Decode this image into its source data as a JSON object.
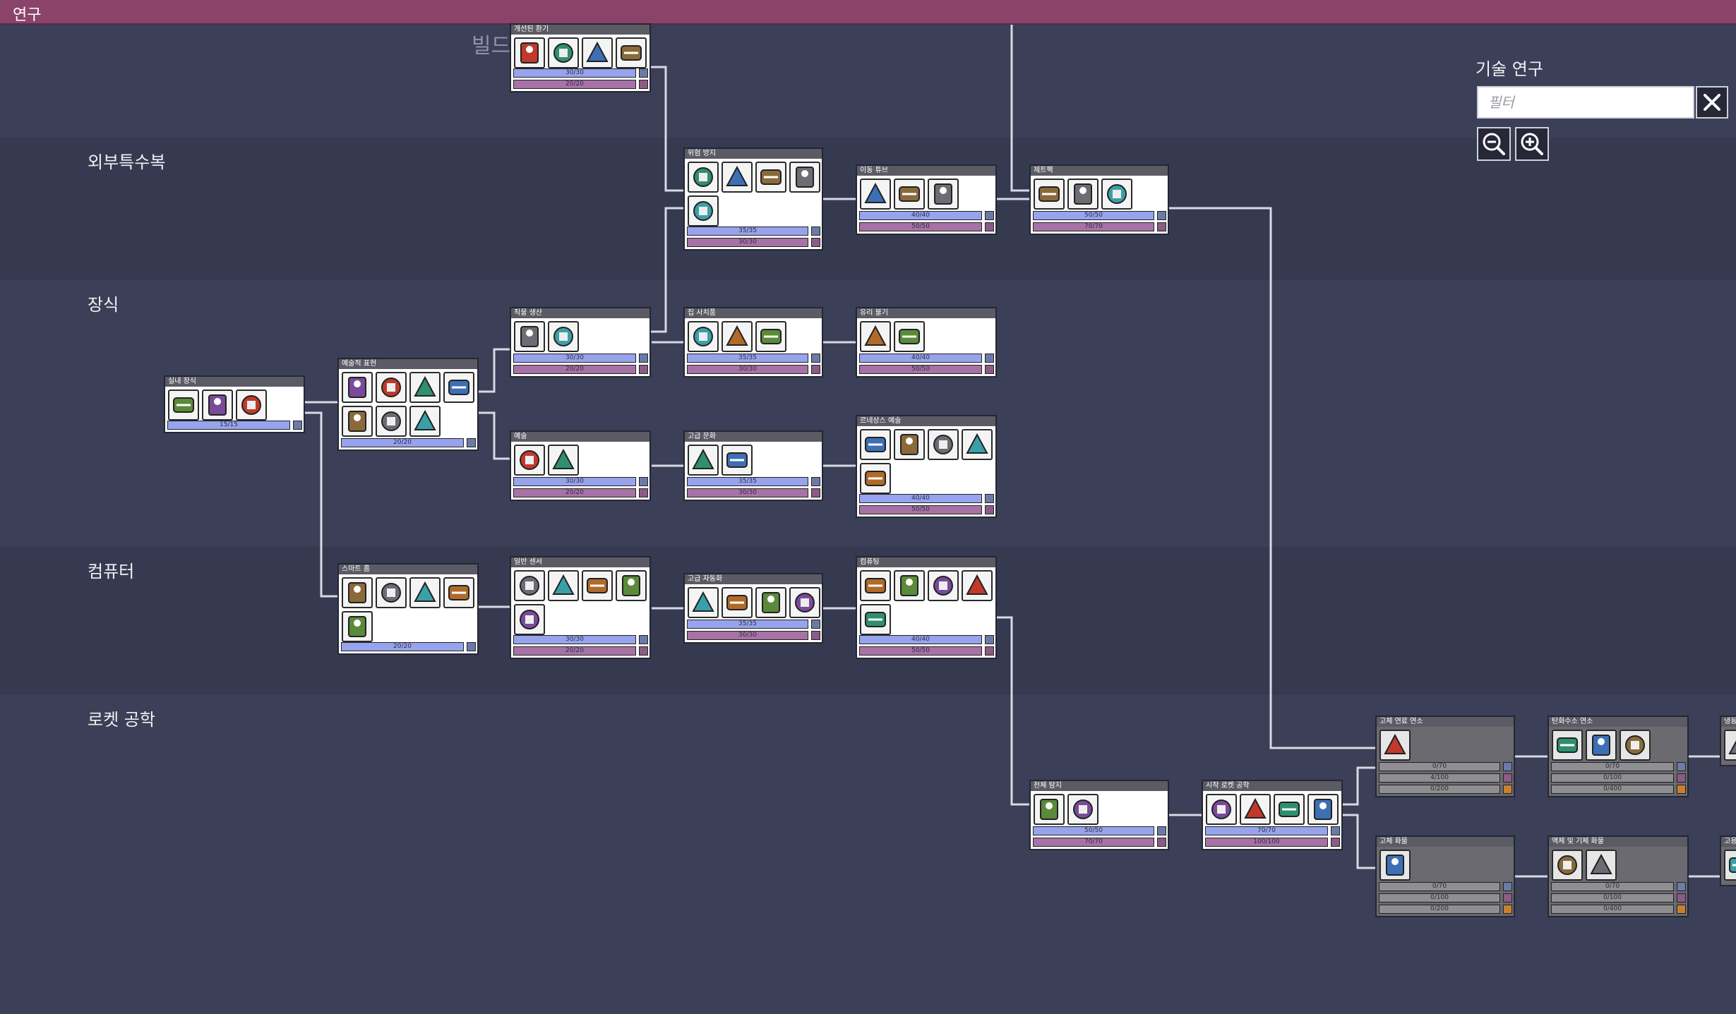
{
  "header": {
    "title": "연구"
  },
  "ghost_label": "빌드",
  "categories": [
    {
      "label": "외부특수복"
    },
    {
      "label": "장식"
    },
    {
      "label": "컴퓨터"
    },
    {
      "label": "로켓 공학"
    }
  ],
  "panel": {
    "title": "기술 연구",
    "filter_placeholder": "필터"
  },
  "colors": {
    "header_bar": "#8b4469",
    "bar_blue": "#97a3ec",
    "bar_purple": "#a772a5"
  },
  "techs": [
    {
      "id": "improved-ventilation",
      "title": "개선된 환기",
      "icons": [
        "ventilator-icon",
        "pump-icon",
        "vent-icon",
        "fan-icon"
      ],
      "bars": [
        "30/30",
        "20/20"
      ]
    },
    {
      "id": "hazard-protection",
      "title": "위험 방지",
      "icons": [
        "atmo-suit-icon",
        "plate-icon",
        "dock-icon",
        "checkpoint-icon",
        "locker-icon"
      ],
      "bars": [
        "35/35",
        "30/30"
      ]
    },
    {
      "id": "transit-tubes",
      "title": "이동 튜브",
      "icons": [
        "tube-icon",
        "tube-access-icon",
        "tube-bridge-icon"
      ],
      "bars": [
        "40/40",
        "50/50"
      ]
    },
    {
      "id": "jetpacks",
      "title": "제트팩",
      "icons": [
        "jet-suit-icon",
        "jet-dock-icon",
        "jet-checkpoint-icon"
      ],
      "bars": [
        "50/50",
        "70/70"
      ]
    },
    {
      "id": "textile-production",
      "title": "직물 생산",
      "icons": [
        "textile-icon",
        "loom-icon"
      ],
      "bars": [
        "30/30",
        "20/20"
      ]
    },
    {
      "id": "home-luxuries",
      "title": "집 사치품",
      "icons": [
        "bed-icon",
        "bath-icon",
        "mirror-icon"
      ],
      "bars": [
        "35/35",
        "30/30"
      ]
    },
    {
      "id": "glass-blowing",
      "title": "유리 불기",
      "icons": [
        "flask-icon",
        "window-icon"
      ],
      "bars": [
        "40/40",
        "50/50"
      ]
    },
    {
      "id": "interior-decor",
      "title": "실내 장식",
      "icons": [
        "lamp-icon",
        "statue-icon",
        "plant-icon"
      ],
      "bars": [
        "15/15"
      ]
    },
    {
      "id": "artistic-expression",
      "title": "예술적 표현",
      "icons": [
        "crystal-icon",
        "banner-icon",
        "hanging-pot-icon",
        "planter-icon",
        "ice-icon",
        "pedestal-icon",
        "sculpture-icon"
      ],
      "bars": [
        "20/20"
      ]
    },
    {
      "id": "fine-art",
      "title": "예술",
      "icons": [
        "canvas-icon",
        "marble-icon"
      ],
      "bars": [
        "30/30",
        "20/20"
      ]
    },
    {
      "id": "high-culture",
      "title": "고급 문화",
      "icons": [
        "wide-canvas-icon",
        "tall-sculpture-icon"
      ],
      "bars": [
        "35/35",
        "30/30"
      ]
    },
    {
      "id": "renaissance-art",
      "title": "르네상스 예술",
      "icons": [
        "tall-canvas-icon",
        "stone-tablet-icon",
        "metal-sculpture-icon",
        "vase-icon",
        "fossil-icon"
      ],
      "bars": [
        "40/40",
        "50/50"
      ]
    },
    {
      "id": "smart-home",
      "title": "스마트 홈",
      "icons": [
        "power-switch-icon",
        "signal-icon",
        "battery-icon",
        "gate-icon",
        "wire-icon"
      ],
      "bars": [
        "20/20"
      ]
    },
    {
      "id": "generic-sensors",
      "title": "일반 센서",
      "icons": [
        "sensor-red-icon",
        "sensor-green-icon",
        "sensor-teal-icon",
        "play-icon",
        "atmo-sensor-icon"
      ],
      "bars": [
        "30/30",
        "20/20"
      ]
    },
    {
      "id": "advanced-automation",
      "title": "고급 자동화",
      "icons": [
        "gate-and-icon",
        "gate-or-icon",
        "gate-not-icon",
        "gate-xor-icon"
      ],
      "bars": [
        "35/35",
        "30/30"
      ]
    },
    {
      "id": "computing",
      "title": "컴퓨팅",
      "icons": [
        "research-station-icon",
        "pillar-icon",
        "globe-icon",
        "moon-icon",
        "telescope-pad-icon"
      ],
      "bars": [
        "40/40",
        "50/50"
      ]
    },
    {
      "id": "celestial-detection",
      "title": "천체 탐지",
      "icons": [
        "telescope-icon",
        "observatory-icon"
      ],
      "bars": [
        "50/50",
        "70/70"
      ]
    },
    {
      "id": "intro-rocketry",
      "title": "시작 로켓 공학",
      "icons": [
        "command-module-icon",
        "rifle-icon",
        "engine-icon",
        "gantry-icon"
      ],
      "bars": [
        "70/70",
        "100/100"
      ]
    },
    {
      "id": "solid-fuel",
      "title": "고체 연료 연소",
      "icons": [
        "solid-engine-icon"
      ],
      "bars": [
        "0/70",
        "4/100",
        "0/200"
      ]
    },
    {
      "id": "hydrogen-combustion",
      "title": "탄화수소 연소",
      "icons": [
        "petro-engine-icon",
        "fuel-tank-icon",
        "oxidizer-icon"
      ],
      "bars": [
        "0/70",
        "0/100",
        "0/400"
      ]
    },
    {
      "id": "solid-cargo",
      "title": "고체 화물",
      "icons": [
        "cargo-bay-icon"
      ],
      "bars": [
        "0/70",
        "0/100",
        "0/200"
      ]
    },
    {
      "id": "liquid-gas-cargo",
      "title": "액체 및 기체 화물",
      "icons": [
        "liquid-bay-icon",
        "gas-bay-icon"
      ],
      "bars": [
        "0/70",
        "0/100",
        "0/400"
      ]
    },
    {
      "id": "cryofuel",
      "title": "냉동",
      "icons": [
        "cryo-icon"
      ],
      "bars": []
    },
    {
      "id": "solid-space",
      "title": "고용",
      "icons": [
        "space-icon"
      ],
      "bars": []
    }
  ]
}
